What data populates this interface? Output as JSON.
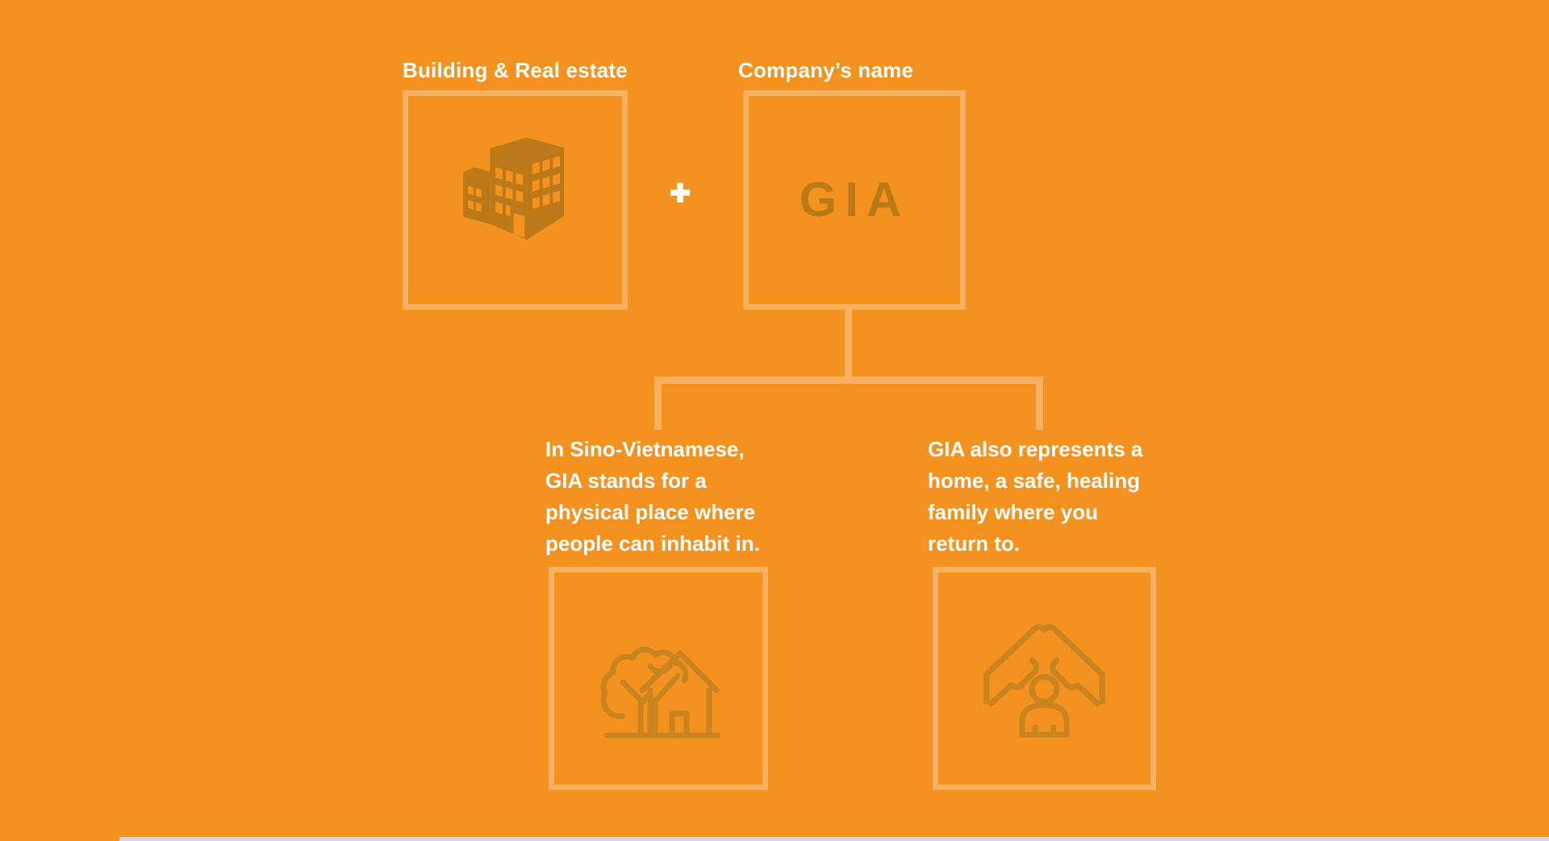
{
  "colors": {
    "background": "#F3921E",
    "frame_line": "#F8B163",
    "brand_dark": "#BC7918",
    "outline_icon": "#C98420",
    "text": "#FFFFFF",
    "bottom_strip": "#DAD7D2"
  },
  "formula": {
    "left": {
      "label": "Building & Real estate",
      "icon": "building-icon"
    },
    "operator": "+",
    "right": {
      "label": "Company’s name",
      "value": "GIA"
    }
  },
  "branches": {
    "left": {
      "text": "In Sino-Vietnamese,\nGIA stands for a\nphysical place where\npeople can inhabit in.",
      "icon": "tree-house-icon"
    },
    "right": {
      "text": "GIA also represents a\nhome, a safe, healing\nfamily where you\nreturn to.",
      "icon": "sheltering-hands-icon"
    }
  }
}
